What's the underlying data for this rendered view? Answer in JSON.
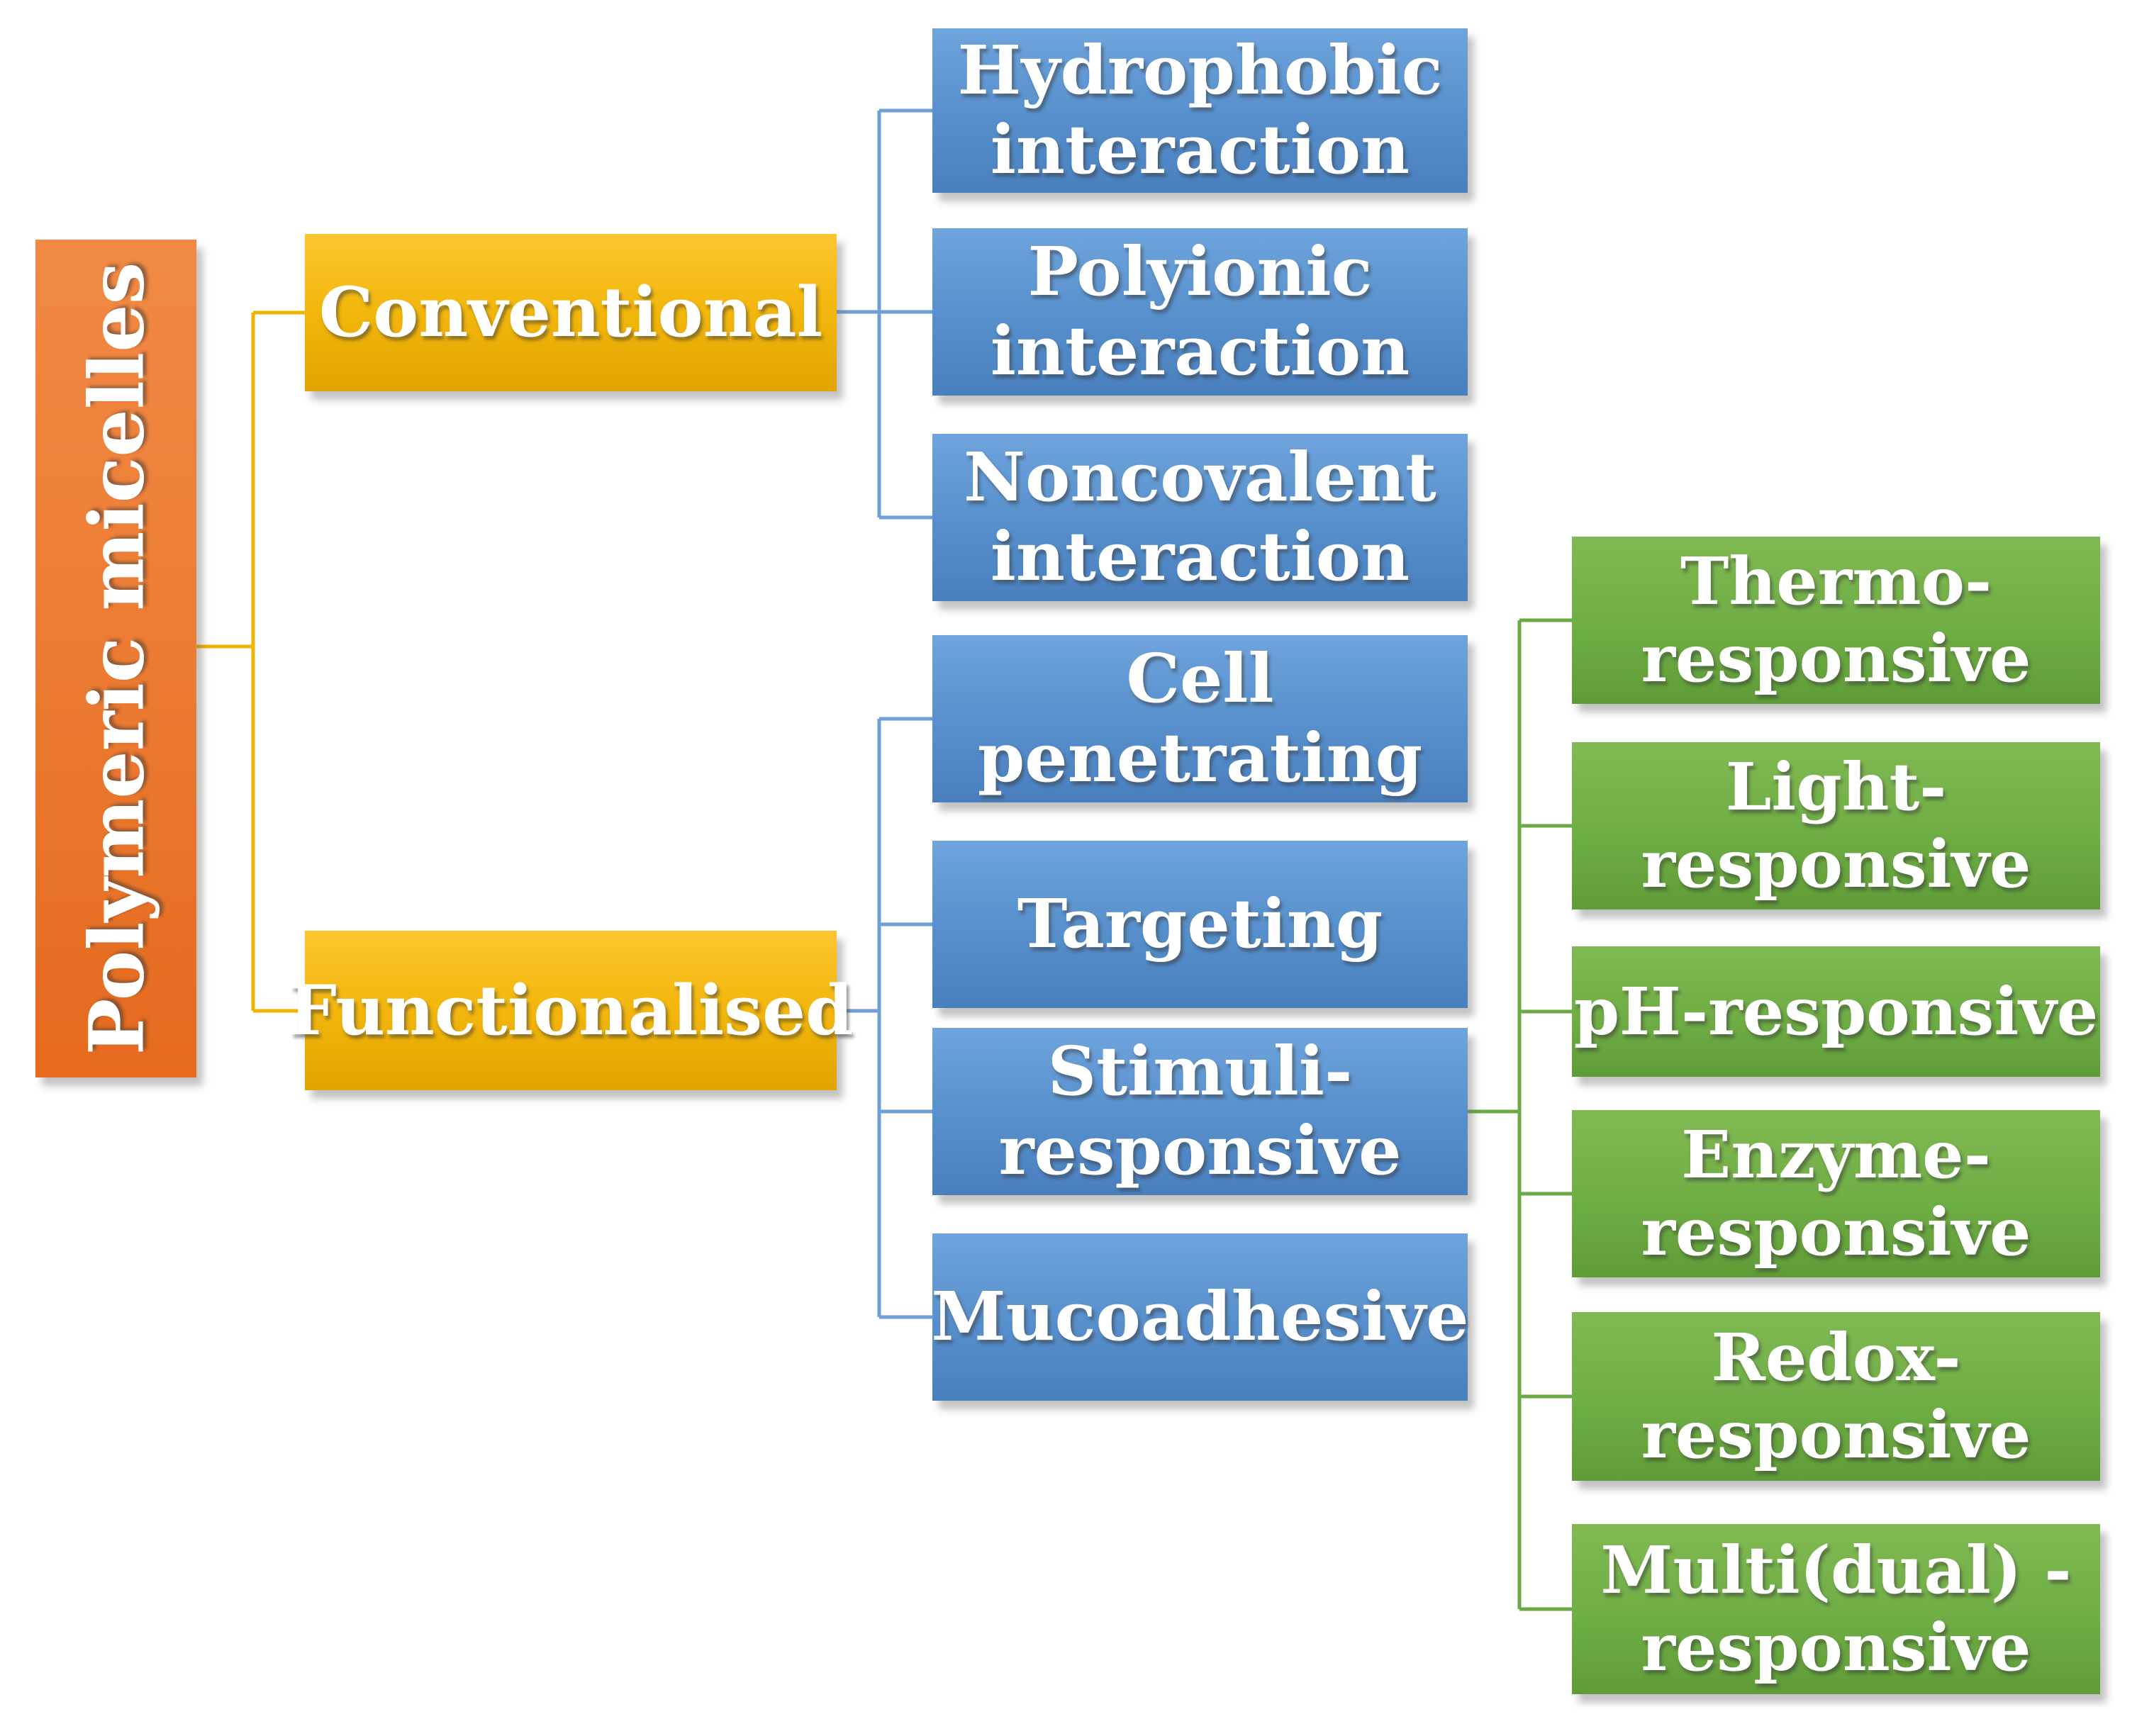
{
  "diagram": {
    "nodes": {
      "root": {
        "label": "Polymeric micelles"
      },
      "conventional": {
        "label": "Conventional"
      },
      "functionalised": {
        "label": "Functionalised"
      },
      "hydrophobic": {
        "label": "Hydrophobic\ninteraction"
      },
      "polyionic": {
        "label": "Polyionic\ninteraction"
      },
      "noncovalent": {
        "label": "Noncovalent\ninteraction"
      },
      "cell": {
        "label": "Cell\npenetrating"
      },
      "targeting": {
        "label": "Targeting"
      },
      "stimuli": {
        "label": "Stimuli-\nresponsive"
      },
      "mucoadhesive": {
        "label": "Mucoadhesive"
      },
      "thermo": {
        "label": "Thermo-\nresponsive"
      },
      "light": {
        "label": "Light-\nresponsive"
      },
      "ph": {
        "label": "pH-responsive"
      },
      "enzyme": {
        "label": "Enzyme-\nresponsive"
      },
      "redox": {
        "label": "Redox-\nresponsive"
      },
      "multi": {
        "label": "Multi(dual) -\nresponsive"
      }
    },
    "edges": [
      [
        "root",
        "conventional"
      ],
      [
        "root",
        "functionalised"
      ],
      [
        "conventional",
        "hydrophobic"
      ],
      [
        "conventional",
        "polyionic"
      ],
      [
        "conventional",
        "noncovalent"
      ],
      [
        "functionalised",
        "cell"
      ],
      [
        "functionalised",
        "targeting"
      ],
      [
        "functionalised",
        "stimuli"
      ],
      [
        "functionalised",
        "mucoadhesive"
      ],
      [
        "stimuli",
        "thermo"
      ],
      [
        "stimuli",
        "light"
      ],
      [
        "stimuli",
        "ph"
      ],
      [
        "stimuli",
        "enzyme"
      ],
      [
        "stimuli",
        "redox"
      ],
      [
        "stimuli",
        "multi"
      ]
    ],
    "colors": {
      "orange_box": "#ed7d35",
      "yellow_box": "#f2b60c",
      "blue_box": "#568fcc",
      "green_box": "#6fad45",
      "text": "#ffffff",
      "connector_yellow": "#f0b400",
      "connector_blue": "#6f9fd8",
      "connector_green": "#6aaa45"
    }
  }
}
